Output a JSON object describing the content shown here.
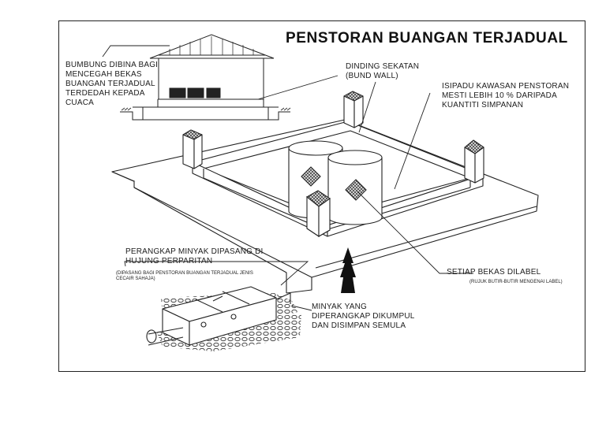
{
  "title": "PENSTORAN BUANGAN TERJADUAL",
  "labels": {
    "roof": "BUMBUNG DIBINA BAGI\nMENCEGAH BEKAS\nBUANGAN TERJADUAL\nTERDEDAH KEPADA\nCUACA",
    "bund_wall": "DINDING SEKATAN\n(BUND WALL)",
    "volume": "ISIPADU KAWASAN PENSTORAN\nMESTI LEBIH 10 % DARIPADA\nKUANTITI SIMPANAN",
    "oil_trap": "PERANGKAP MINYAK DIPASANG DI\nHUJUNG PERPARITAN",
    "oil_trap_note": "(DIPASANG BAGI PENSTORAN BUANGAN TERJADUAL JENIS\nCECAIR SAHAJA)",
    "labelled": "SETIAP BEKAS DILABEL",
    "labelled_note": "(RUJUK BUTIR-BUTIR MENGENAI LABEL)",
    "oil_collected": "MINYAK YANG\nDIPERANGKAP DIKUMPUL\nDAN DISIMPAN SEMULA"
  },
  "colors": {
    "line": "#222222",
    "fill_dark": "#2a2a2a",
    "paper": "#ffffff"
  }
}
